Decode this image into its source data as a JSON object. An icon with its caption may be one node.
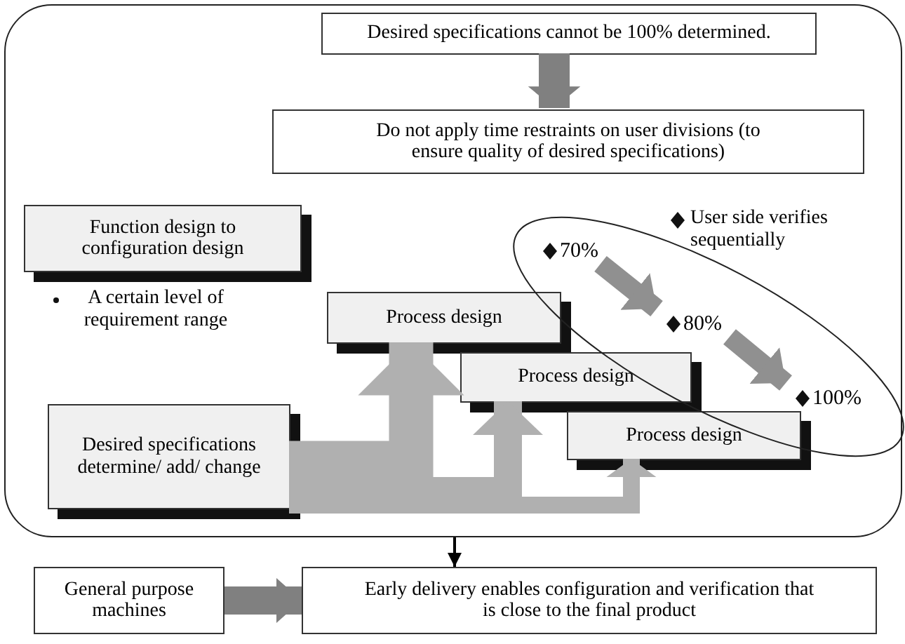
{
  "diagram": {
    "nodes": [
      {
        "text": [],
        "shape": "box"
      },
      {
        "text": [
          "Desired specifications cannot be 100% determined."
        ],
        "in": 0
      },
      {
        "text": [
          "Do not apply time restraints on user divisions (to ensure quality of desired specifications)"
        ],
        "in": 0
      },
      {
        "text": [
          "Function design to configuration design"
        ],
        "beside": [
          "A certain level of requirement range"
        ],
        "in": 0
      },
      {
        "text": [
          "Desired specifications determine/ add/ change"
        ],
        "in": 0
      },
      {
        "text": [
          "Process design"
        ],
        "in": 0
      },
      {
        "text": [
          "Process design"
        ],
        "in": 0
      },
      {
        "text": [
          "Process design"
        ],
        "in": 0
      },
      {
        "text": [
          "General purpose machines"
        ]
      },
      {
        "text": [
          "Early delivery enables configuration and verification that is close to the final product"
        ]
      },
      {
        "text": [
          "70%"
        ],
        "in": 0
      },
      {
        "text": [
          "80%"
        ],
        "in": 0
      },
      {
        "text": [
          "100%"
        ],
        "in": 0
      }
    ],
    "edges": [
      {
        "from": 1,
        "to": 2,
        "arrow": "to",
        "color": "#808080"
      },
      {
        "from": 4,
        "to": 5,
        "arrow": "to",
        "style": "thick",
        "color": "#b0b0b0"
      },
      {
        "from": 4,
        "to": 6,
        "arrow": "to",
        "color": "#b0b0b0"
      },
      {
        "from": 4,
        "to": 7,
        "arrow": "to",
        "color": "#b0b0b0"
      },
      {
        "from": 0,
        "to": 9,
        "arrow": "to",
        "color": "#000000"
      },
      {
        "from": 8,
        "to": 9,
        "arrow": "to",
        "color": "#808080"
      },
      {
        "from": 10,
        "to": 11,
        "arrow": "to",
        "color": "#909090"
      },
      {
        "from": 11,
        "to": 12,
        "arrow": "to",
        "color": "#909090"
      }
    ],
    "labels": [
      "User side verifies sequentially"
    ]
  }
}
